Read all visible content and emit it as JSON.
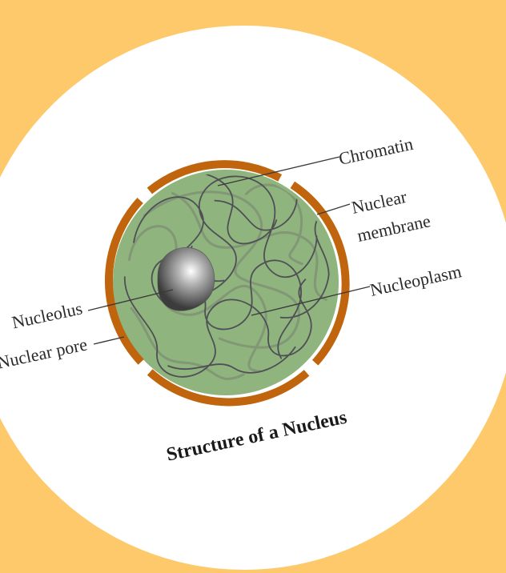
{
  "diagram": {
    "title": "Structure of a Nucleus",
    "labels": {
      "chromatin": "Chromatin",
      "nuclear_membrane_line1": "Nuclear",
      "nuclear_membrane_line2": "membrane",
      "nucleoplasm": "Nucleoplasm",
      "nucleolus": "Nucleolus",
      "nuclear_pore": "Nuclear pore"
    },
    "colors": {
      "background": "#fdc96a",
      "disc": "#ffffff",
      "membrane": "#c0650e",
      "nucleoplasm": "#8fb47e",
      "chromatin": "#4f4f55",
      "nucleolus": "#8a8a8a"
    }
  }
}
